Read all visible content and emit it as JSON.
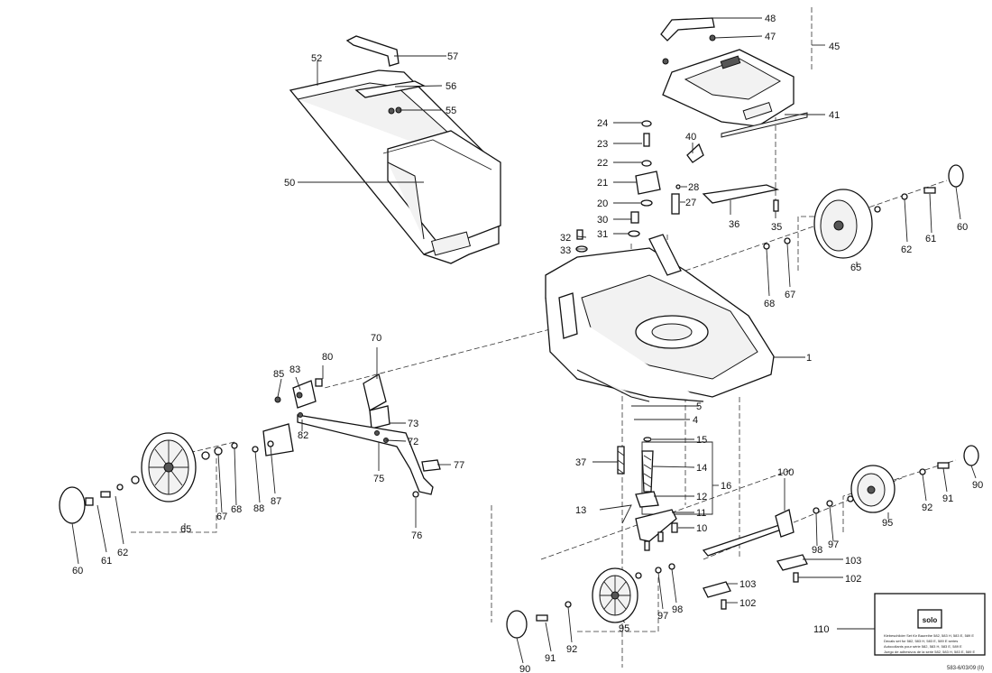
{
  "callouts": [
    "1",
    "4",
    "5",
    "10",
    "11",
    "12",
    "13",
    "14",
    "15",
    "16",
    "20",
    "21",
    "22",
    "23",
    "24",
    "27",
    "28",
    "30",
    "31",
    "32",
    "33",
    "35",
    "36",
    "37",
    "40",
    "41",
    "45",
    "47",
    "48",
    "50",
    "52",
    "55",
    "56",
    "57",
    "60",
    "61",
    "62",
    "65",
    "67",
    "68",
    "70",
    "73",
    "72",
    "75",
    "76",
    "77",
    "80",
    "82",
    "83",
    "85",
    "87",
    "88",
    "90",
    "91",
    "92",
    "95",
    "97",
    "98",
    "100",
    "102",
    "103",
    "110"
  ],
  "label_card": {
    "brand": "solo",
    "lines": [
      "Klebeschilder Set für Baureihe 582, 583 H, 583 E, 589 E",
      "Decals set for 582, 583 H, 583 E, 589 E series",
      "Autocollants pour série 582, 583 H, 583 E, 589 E",
      "Juego de adhesivos de la serie 582, 583 H, 583 E, 589 E"
    ]
  },
  "footer_code": "583-6/03/09 (II)"
}
